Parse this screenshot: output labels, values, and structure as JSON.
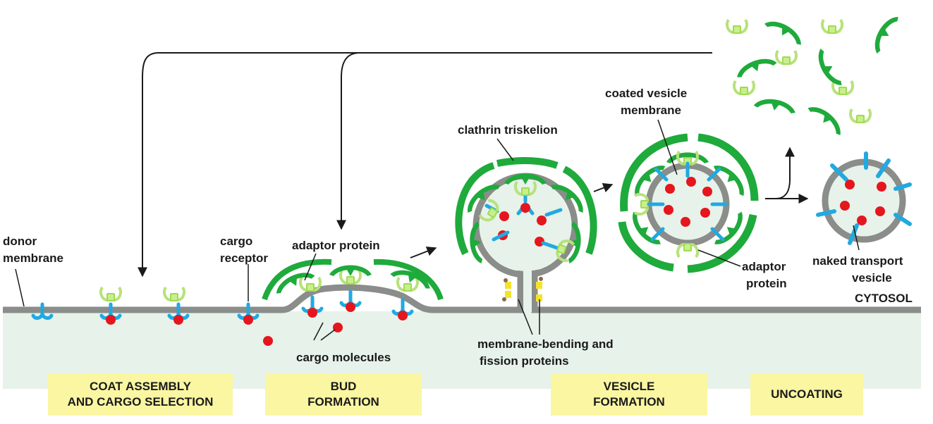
{
  "labels": {
    "donor_membrane": [
      "donor",
      "membrane"
    ],
    "cargo_receptor": [
      "cargo",
      "receptor"
    ],
    "adaptor_protein_bud": "adaptor protein",
    "clathrin_triskelion": "clathrin triskelion",
    "coated_vesicle_membrane": [
      "coated vesicle",
      "membrane"
    ],
    "adaptor_protein_vesicle": [
      "adaptor",
      "protein"
    ],
    "naked_transport_vesicle": [
      "naked transport",
      "vesicle"
    ],
    "cytosol": "CYTOSOL",
    "cargo_molecules": "cargo molecules",
    "membrane_bending": [
      "membrane-bending and",
      "fission proteins"
    ]
  },
  "stages": [
    {
      "id": "coat",
      "label": "COAT ASSEMBLY\nAND CARGO SELECTION"
    },
    {
      "id": "bud",
      "label": "BUD\nFORMATION"
    },
    {
      "id": "vesicle",
      "label": "VESICLE\nFORMATION"
    },
    {
      "id": "uncoat",
      "label": "UNCOATING"
    }
  ],
  "colors": {
    "membrane": "#8a8d8a",
    "lumen": "#e6f2ea",
    "receptor": "#21a9e1",
    "cargo": "#e5161e",
    "clathrin": "#1faa3c",
    "clathrin_light": "#5fd15a",
    "adaptor": "#b7e27a",
    "stage_box": "#fbf6a2"
  }
}
